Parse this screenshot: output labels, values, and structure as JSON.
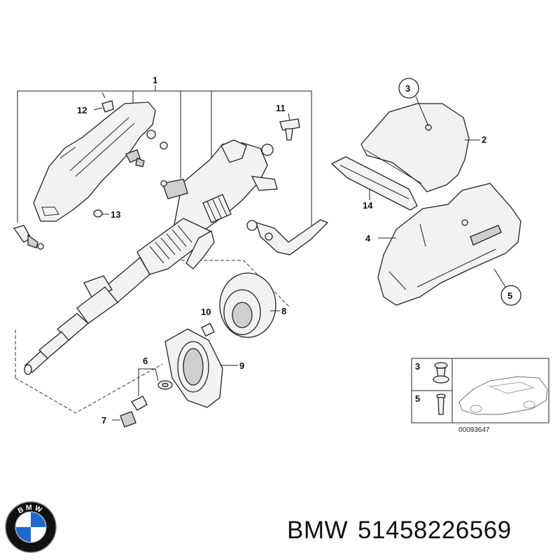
{
  "diagram": {
    "callouts": {
      "c1": "1",
      "c2": "2",
      "c3": "3",
      "c4": "4",
      "c5": "5",
      "c6": "6",
      "c7": "7",
      "c8": "8",
      "c9": "9",
      "c10": "10",
      "c11": "11",
      "c12": "12",
      "c13": "13",
      "c14": "14"
    },
    "inset": {
      "label_3": "3",
      "label_5": "5",
      "code": "00093647"
    }
  },
  "footer": {
    "brand": "BMW",
    "part_number": "51458226569"
  },
  "logo": {
    "letters": "BMW",
    "colors": {
      "blue": "#1c69d4",
      "white": "#ffffff",
      "ring": "#111111"
    }
  }
}
